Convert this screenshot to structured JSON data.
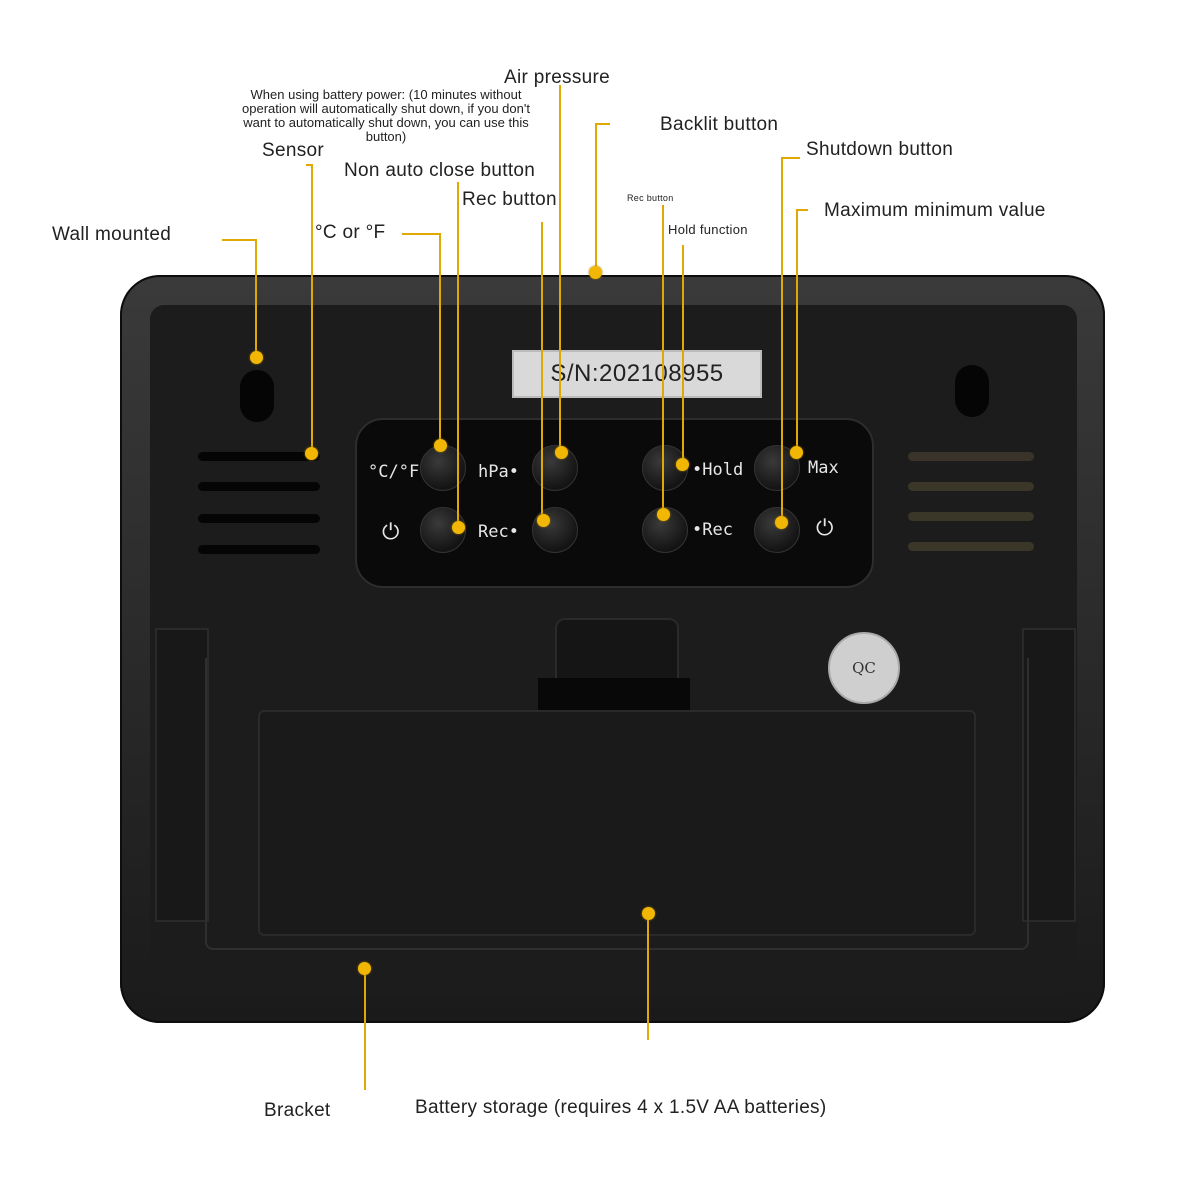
{
  "labels": {
    "battery_note": "When using battery power: (10 minutes without\noperation will automatically shut down, if you don't\nwant to automatically shut down, you can use this\nbutton)",
    "sensor": "Sensor",
    "wall_mounted": "Wall mounted",
    "c_or_f": "°C or °F",
    "non_auto_close": "Non auto close button",
    "rec_button": "Rec button",
    "air_pressure": "Air pressure",
    "backlit_button": "Backlit button",
    "rec_button_small": "Rec button",
    "hold_function": "Hold function",
    "shutdown_button": "Shutdown button",
    "max_min_value": "Maximum minimum value",
    "bracket": "Bracket",
    "battery_storage": "Battery storage (requires 4 x 1.5V AA batteries)"
  },
  "device": {
    "serial": "S/N:202108955",
    "qc_badge": "QC",
    "buttons": {
      "cf": "°C/°F",
      "hpa": "hPa•",
      "rec_left": "Rec•",
      "hold": "•Hold",
      "max": "Max",
      "rec_right": "•Rec",
      "power_symbol": "⏻"
    }
  },
  "colors": {
    "callout_dot": "#f2b705",
    "device_body": "#1c1c1c"
  }
}
